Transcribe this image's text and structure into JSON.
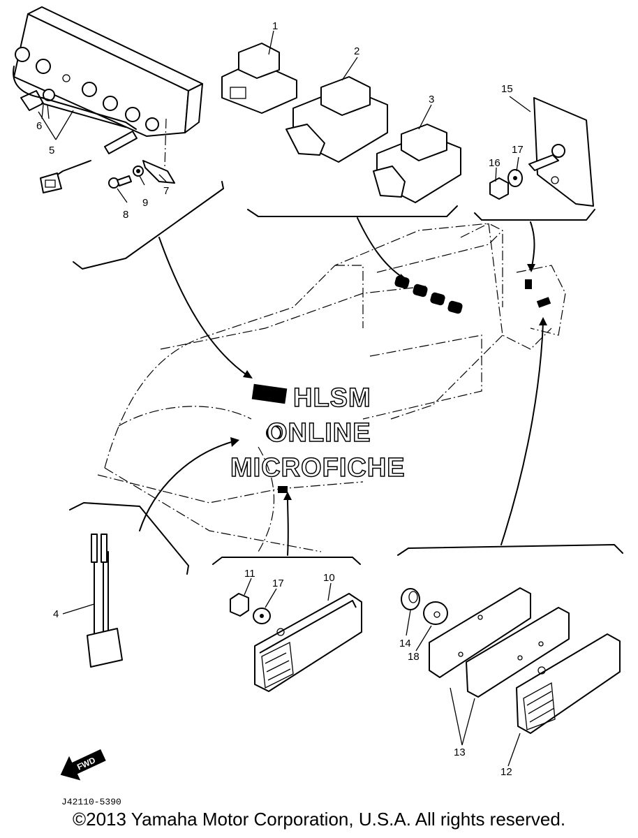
{
  "callouts": {
    "c1": "1",
    "c2": "2",
    "c3": "3",
    "c4": "4",
    "c5": "5",
    "c6": "6",
    "c7": "7",
    "c8": "8",
    "c9": "9",
    "c10": "10",
    "c11": "11",
    "c12": "12",
    "c13": "13",
    "c14": "14",
    "c15": "15",
    "c16": "16",
    "c17a": "17",
    "c17b": "17",
    "c18": "18"
  },
  "watermark": {
    "line1": "HLSM",
    "line2": "ONLINE",
    "line3": "MICROFICHE"
  },
  "forward_label": "FWD",
  "diagram_code": "J42110-5390",
  "copyright": "©2013 Yamaha Motor Corporation, U.S.A. All rights reserved."
}
